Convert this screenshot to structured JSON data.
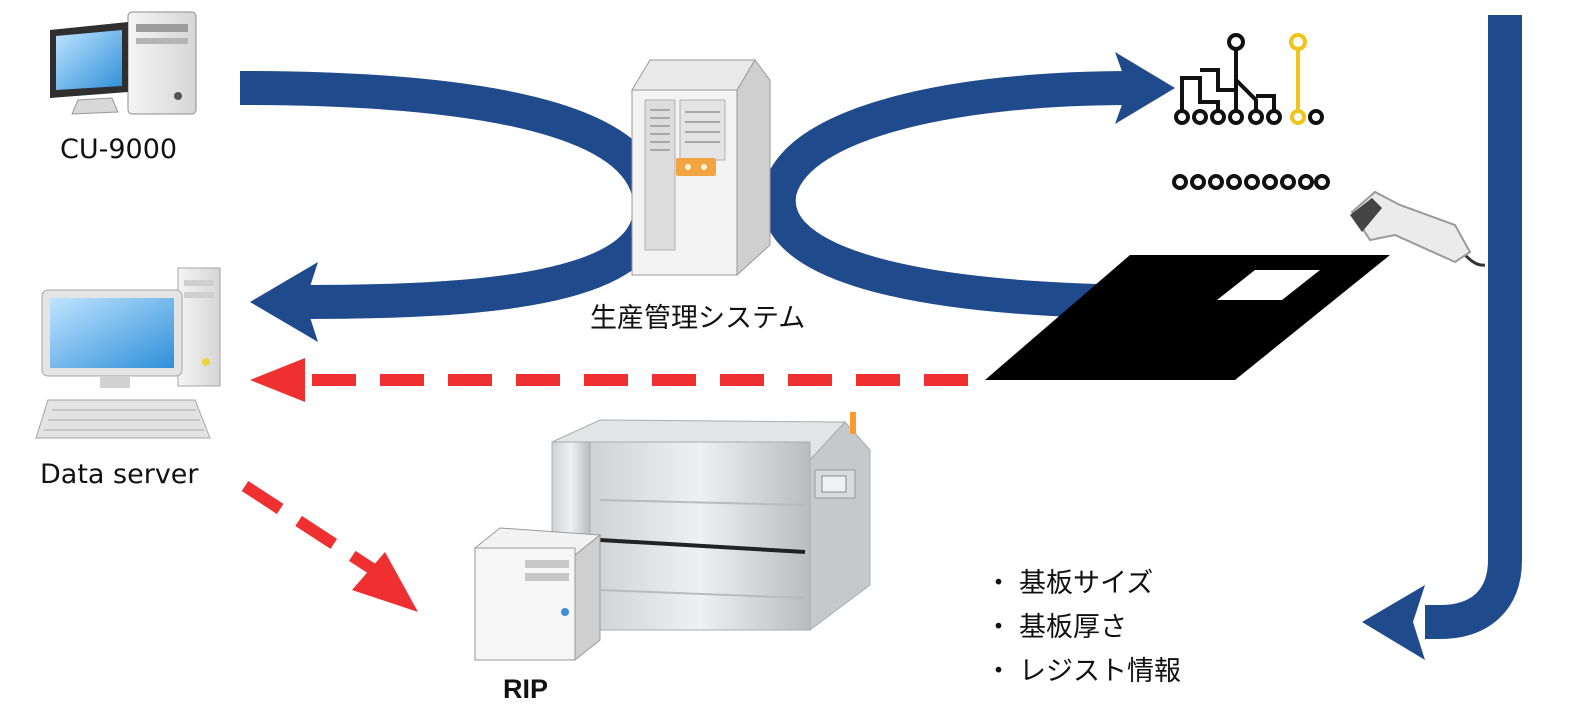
{
  "labels": {
    "cu9000": "CU-9000",
    "production_system": "生産管理システム",
    "data_server": "Data server",
    "rip": "RIP"
  },
  "info_list": {
    "bullet": "・",
    "items": [
      "基板サイズ",
      "基板厚さ",
      "レジスト情報"
    ]
  },
  "colors": {
    "flow_arrow": "#1f4a8c",
    "data_arrow": "#f03030",
    "board": "#000000",
    "trace_highlight": "#f0c419"
  },
  "icons": [
    "desktop-tower-icon",
    "server-tower-icon",
    "circuit-pattern-icon",
    "pcb-board-icon",
    "barcode-scanner-icon",
    "desktop-computer-icon",
    "rip-server-icon",
    "inkjet-printer-machine-icon"
  ]
}
